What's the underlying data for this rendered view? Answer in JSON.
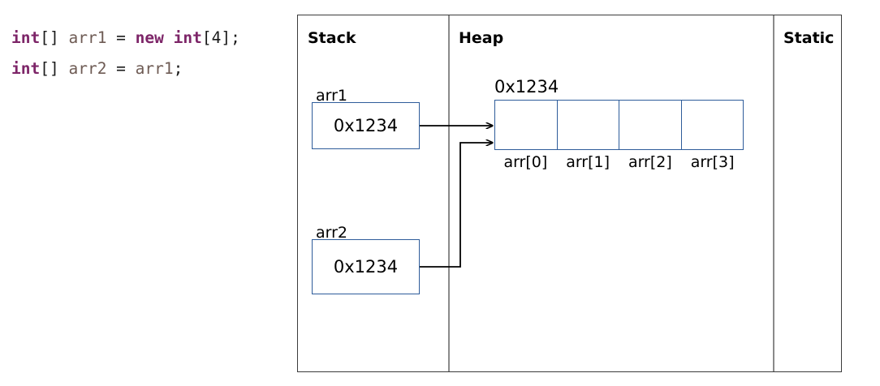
{
  "code": {
    "lines": [
      {
        "id": "line-1",
        "tokens": [
          {
            "text": "int",
            "cls": "kw"
          },
          {
            "text": "[] ",
            "cls": "punct"
          },
          {
            "text": "arr1",
            "cls": "ident"
          },
          {
            "text": " = ",
            "cls": "op"
          },
          {
            "text": "new",
            "cls": "kw"
          },
          {
            "text": " ",
            "cls": "punct"
          },
          {
            "text": "int",
            "cls": "kw"
          },
          {
            "text": "[",
            "cls": "punct"
          },
          {
            "text": "4",
            "cls": "num"
          },
          {
            "text": "];",
            "cls": "punct"
          }
        ],
        "plain": "int[] arr1 = new int[4];"
      },
      {
        "id": "line-2",
        "tokens": [
          {
            "text": "int",
            "cls": "kw"
          },
          {
            "text": "[] ",
            "cls": "punct"
          },
          {
            "text": "arr2",
            "cls": "ident"
          },
          {
            "text": " = ",
            "cls": "op"
          },
          {
            "text": "arr1",
            "cls": "ident"
          },
          {
            "text": ";",
            "cls": "punct"
          }
        ],
        "plain": "int[] arr2 = arr1;"
      }
    ]
  },
  "diagram": {
    "columns": {
      "stack": "Stack",
      "heap": "Heap",
      "static": "Static"
    },
    "stack_variables": [
      {
        "name": "arr1",
        "value": "0x1234"
      },
      {
        "name": "arr2",
        "value": "0x1234"
      }
    ],
    "heap_object": {
      "address": "0x1234",
      "cells": [
        "",
        "",
        "",
        ""
      ],
      "index_labels": [
        "arr[0]",
        "arr[1]",
        "arr[2]",
        "arr[3]"
      ]
    },
    "static_contents": []
  },
  "colors": {
    "box_border": "#2E5C9A",
    "frame_border": "#3b3b3b",
    "column_divider": "#8a8a8a",
    "arrow": "#000000",
    "keyword": "#7D2568",
    "identifier": "#6E5B54",
    "punctuation": "#1a1a1a",
    "background": "#ffffff"
  }
}
